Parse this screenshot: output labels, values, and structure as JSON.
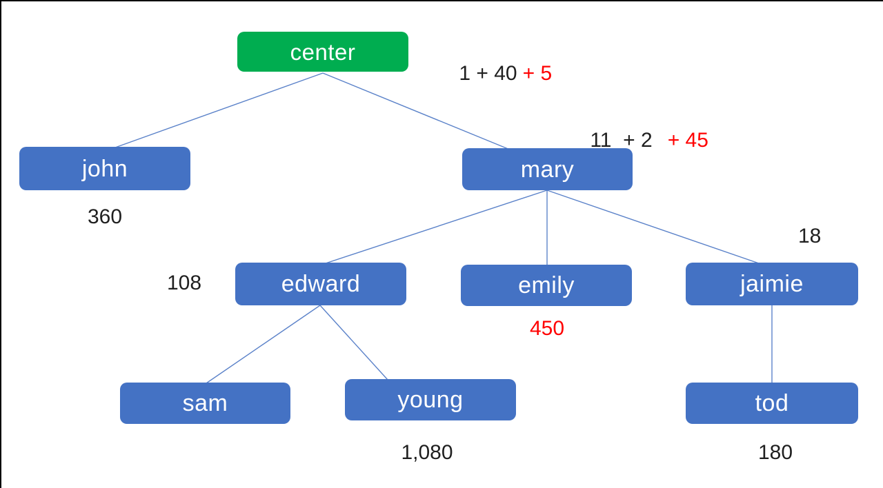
{
  "colors": {
    "node_blue": "#4472C4",
    "node_green": "#00AD50",
    "edge_blue": "#5B82C9",
    "text_black": "#1F1F1F",
    "text_red": "#FF0000",
    "node_text": "#FFFFFF",
    "frame": "#000000",
    "background": "#FFFFFF"
  },
  "tree": {
    "nodes": {
      "center": {
        "label": "center",
        "type": "root",
        "color": "#00AD50"
      },
      "john": {
        "label": "john",
        "type": "child",
        "color": "#4472C4"
      },
      "mary": {
        "label": "mary",
        "type": "child",
        "color": "#4472C4"
      },
      "edward": {
        "label": "edward",
        "type": "child",
        "color": "#4472C4"
      },
      "emily": {
        "label": "emily",
        "type": "child",
        "color": "#4472C4"
      },
      "jaimie": {
        "label": "jaimie",
        "type": "child",
        "color": "#4472C4"
      },
      "sam": {
        "label": "sam",
        "type": "child",
        "color": "#4472C4"
      },
      "young": {
        "label": "young",
        "type": "child",
        "color": "#4472C4"
      },
      "tod": {
        "label": "tod",
        "type": "child",
        "color": "#4472C4"
      }
    },
    "edges": [
      {
        "from": "center",
        "to": "john"
      },
      {
        "from": "center",
        "to": "mary"
      },
      {
        "from": "mary",
        "to": "edward"
      },
      {
        "from": "mary",
        "to": "emily"
      },
      {
        "from": "mary",
        "to": "jaimie"
      },
      {
        "from": "edward",
        "to": "sam"
      },
      {
        "from": "edward",
        "to": "young"
      },
      {
        "from": "jaimie",
        "to": "tod"
      }
    ]
  },
  "annotations": {
    "center_expr": {
      "black": "1 + 40",
      "red": "+ 5"
    },
    "mary_expr": {
      "black": "11  + 2",
      "red": "+ 45"
    },
    "john_value": "360",
    "edward_value": "108",
    "jaimie_value": "18",
    "emily_value": "450",
    "young_value": "1,080",
    "tod_value": "180"
  }
}
